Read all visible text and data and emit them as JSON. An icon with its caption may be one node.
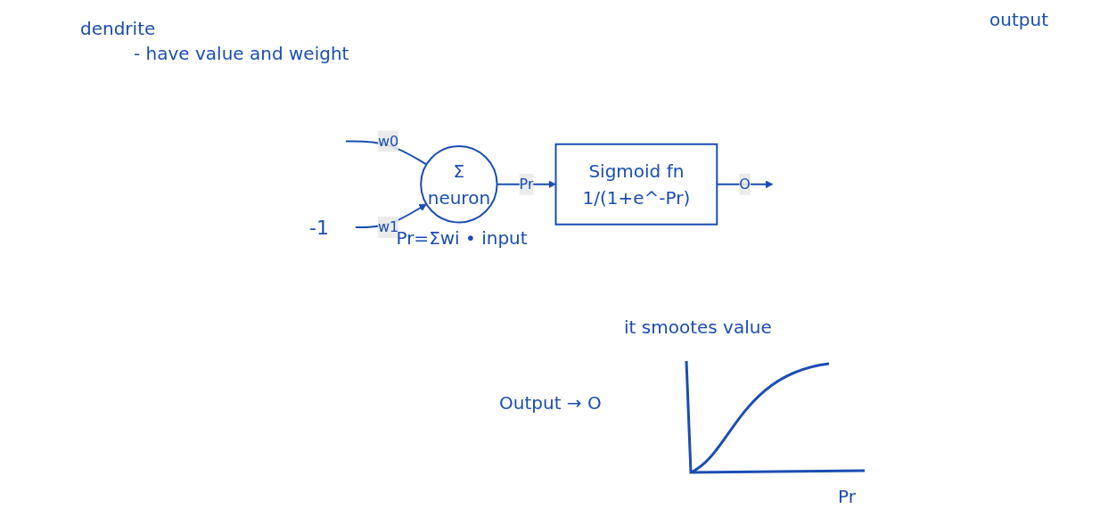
{
  "diagram": {
    "nodes": [
      {
        "text": [
          "-1"
        ]
      },
      {
        "text": [
          "Σ",
          "neuron"
        ],
        "beside": [
          "Pr=Σwi • input"
        ]
      },
      {
        "text": [
          "Sigmoid fn",
          "1/(1+e^-Pr)"
        ]
      }
    ],
    "edges": [
      {
        "from": null,
        "to": 1,
        "arrow": "none",
        "label": "w0"
      },
      {
        "from": 0,
        "to": 1,
        "arrow": "to",
        "label": "w1"
      },
      {
        "from": 1,
        "to": 2,
        "arrow": "to",
        "label": "Pr"
      },
      {
        "from": 2,
        "to": null,
        "arrow": "to",
        "label": "O"
      }
    ],
    "labels": [
      "dendrite",
      "- have value and weight",
      "output",
      "it smootes value",
      "Output → O",
      "Pr"
    ]
  }
}
